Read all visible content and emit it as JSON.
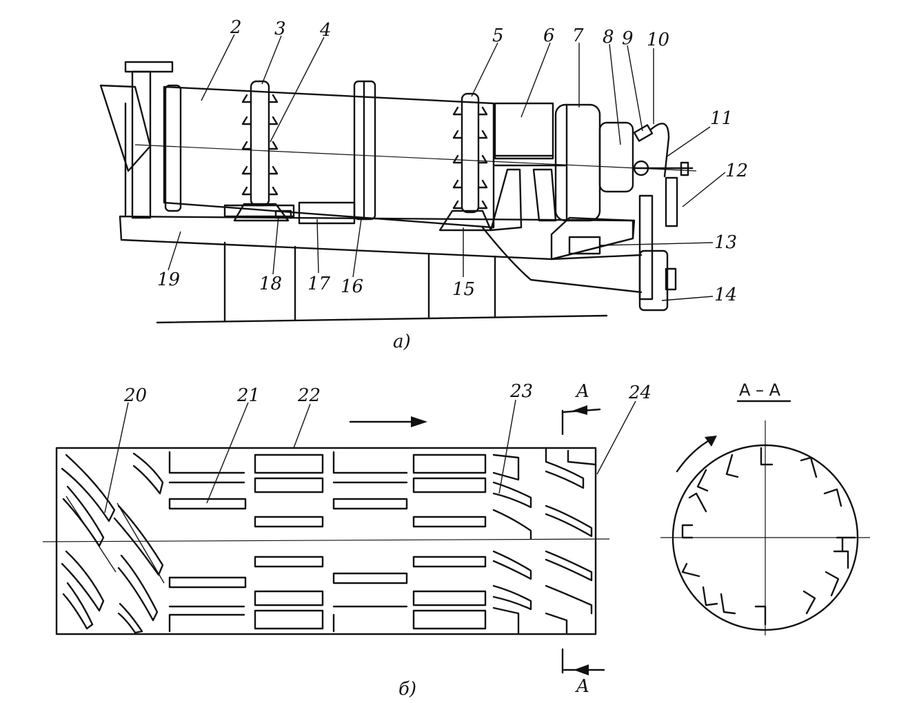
{
  "figure_a": {
    "caption": "а)",
    "labels": [
      "2",
      "3",
      "4",
      "5",
      "6",
      "7",
      "8",
      "9",
      "10",
      "11",
      "12",
      "13",
      "14",
      "15",
      "16",
      "17",
      "18",
      "19"
    ]
  },
  "figure_b": {
    "caption": "б)",
    "labels": [
      "20",
      "21",
      "22",
      "23",
      "24"
    ],
    "section_mark": "A"
  },
  "section_view": {
    "title": "A – A"
  }
}
